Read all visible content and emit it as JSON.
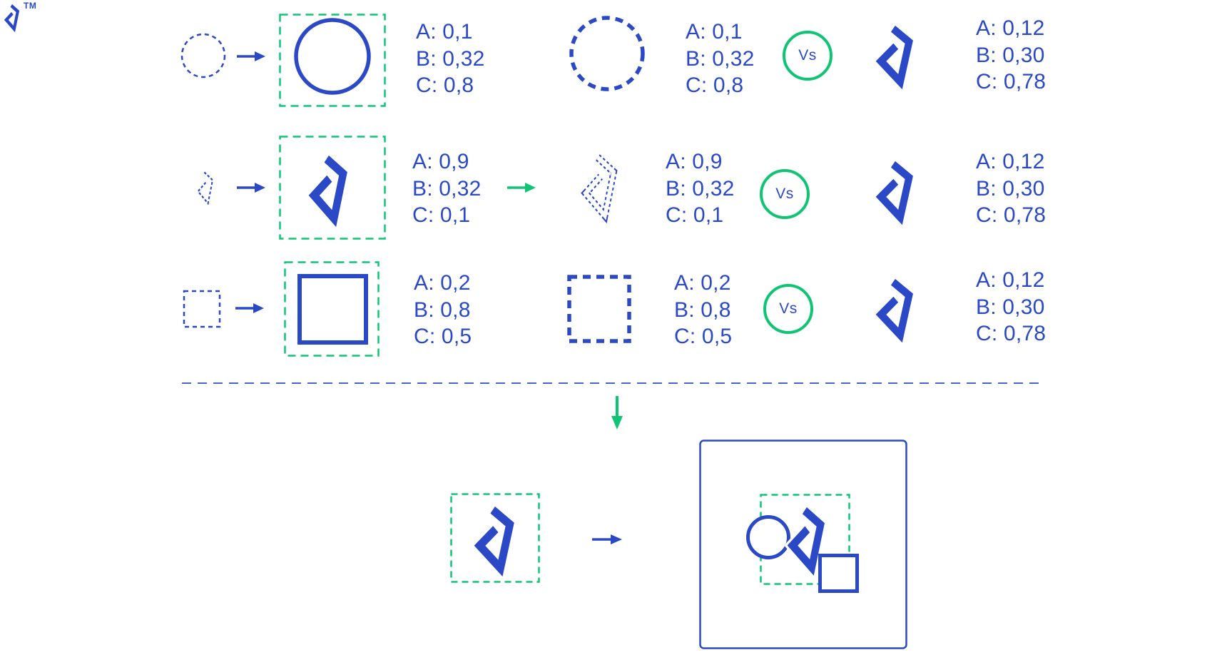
{
  "colors": {
    "blue": "#2B49C6",
    "green": "#0FC573"
  },
  "brand": {
    "trademark": "TM"
  },
  "vs_label": "Vs",
  "rows": [
    {
      "shape": "circle",
      "metrics_generated": {
        "a": "A: 0,1",
        "b": "B: 0,32",
        "c": "C: 0,8"
      },
      "metrics_target": {
        "a": "A: 0,1",
        "b": "B: 0,32",
        "c": "C: 0,8"
      },
      "metrics_logo": {
        "a": "A: 0,12",
        "b": "B: 0,30",
        "c": "C: 0,78"
      }
    },
    {
      "shape": "logo-mark",
      "metrics_generated": {
        "a": "A: 0,9",
        "b": "B: 0,32",
        "c": "C: 0,1"
      },
      "metrics_target": {
        "a": "A: 0,9",
        "b": "B: 0,32",
        "c": "C: 0,1"
      },
      "metrics_logo": {
        "a": "A: 0,12",
        "b": "B: 0,30",
        "c": "C: 0,78"
      }
    },
    {
      "shape": "square",
      "metrics_generated": {
        "a": "A: 0,2",
        "b": "B: 0,8",
        "c": "C: 0,5"
      },
      "metrics_target": {
        "a": "A: 0,2",
        "b": "B: 0,8",
        "c": "C: 0,5"
      },
      "metrics_logo": {
        "a": "A: 0,12",
        "b": "B: 0,30",
        "c": "C: 0,78"
      }
    }
  ]
}
